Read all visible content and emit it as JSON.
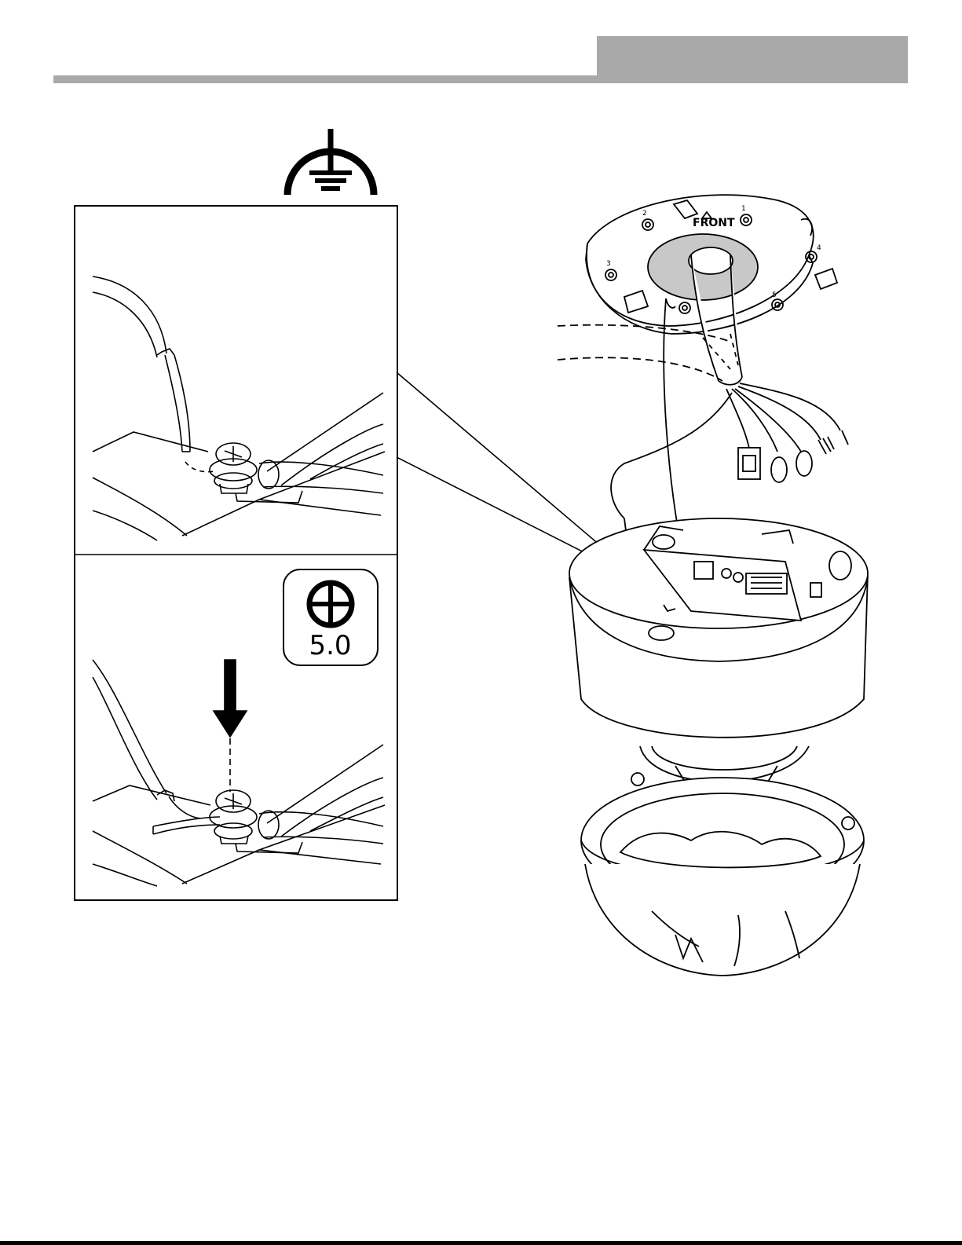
{
  "header": {
    "color": "#a9a9a9"
  },
  "symbols": {
    "ground_icon": "ground-symbol-icon",
    "screwdriver_icon": "phillips-screwdriver-icon",
    "torque_value": "5.0"
  },
  "diagram": {
    "mount_label": "FRONT",
    "screw_hole_numbers": [
      "1",
      "2",
      "3",
      "4",
      "5"
    ]
  }
}
